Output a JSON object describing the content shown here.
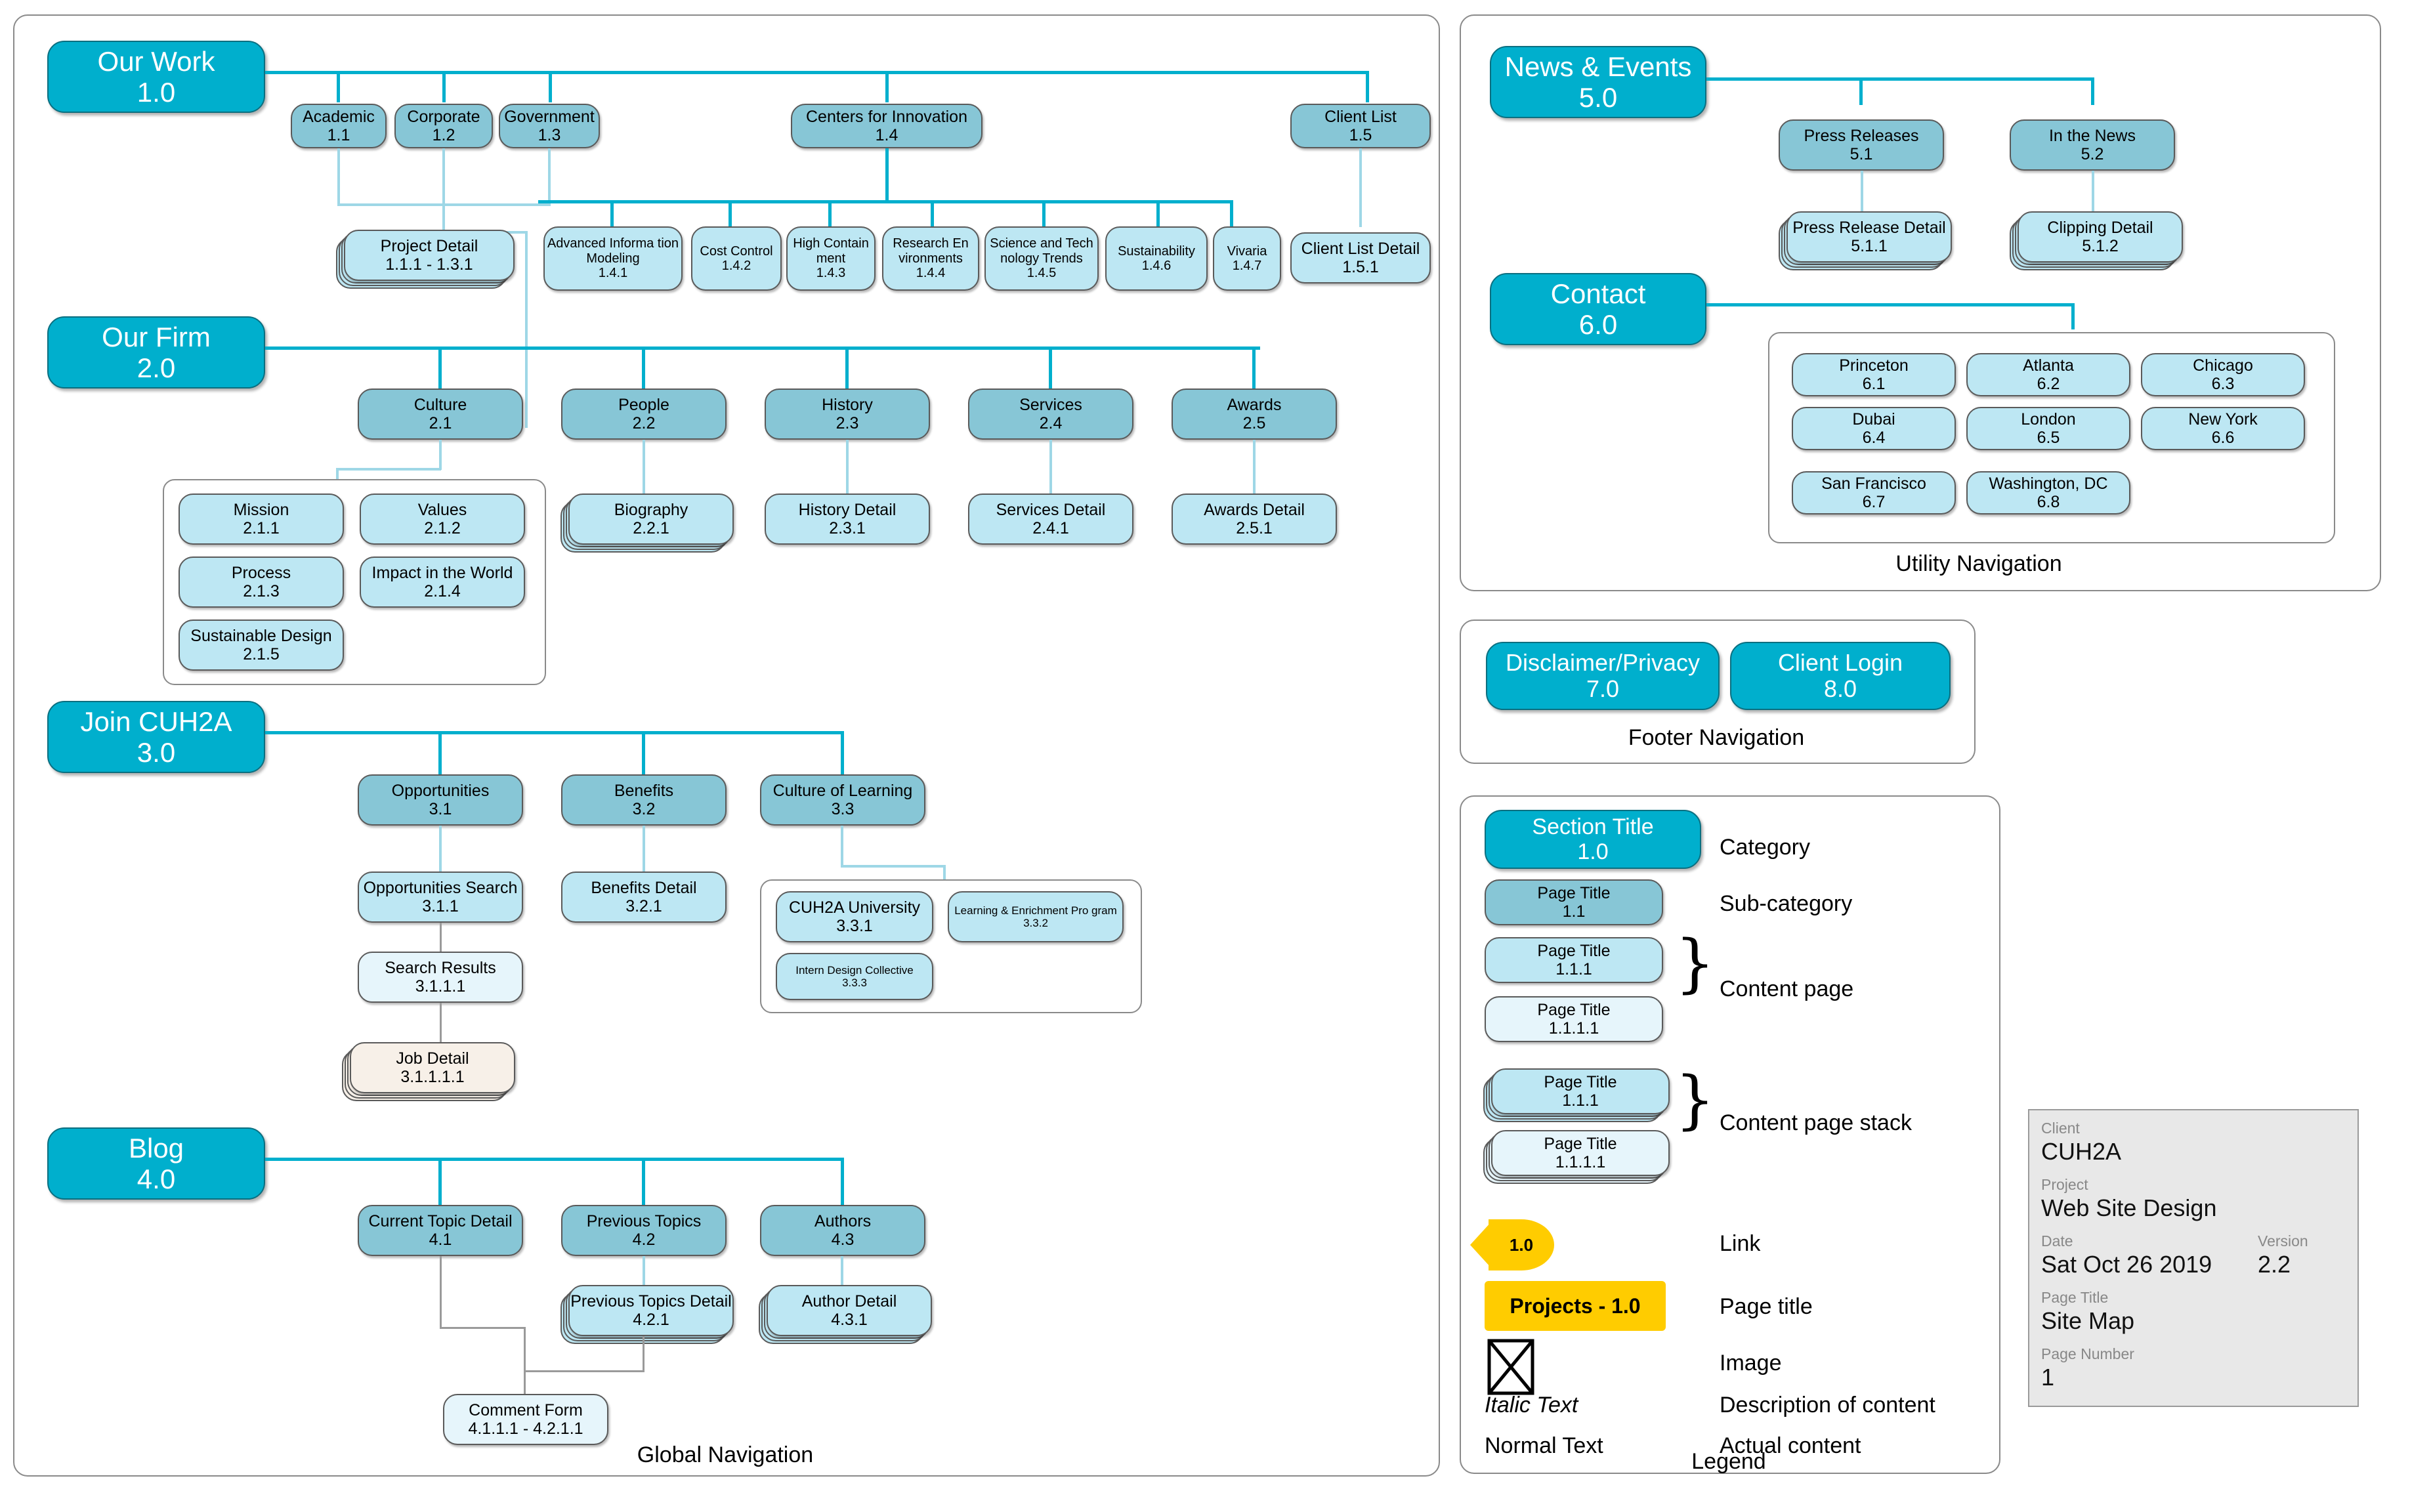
{
  "colors": {
    "category": "#00AFCD",
    "subcategory": "#87C6D6",
    "content_page": "#BDE7F3",
    "content_page_light": "#E6F5FB",
    "highlight": "#FFCC00",
    "connector": "#00AFCD",
    "connector_light": "#9ED7E6"
  },
  "panels": {
    "global": {
      "caption": "Global Navigation"
    },
    "utility": {
      "caption": "Utility Navigation"
    },
    "footer": {
      "caption": "Footer Navigation"
    },
    "legend": {
      "caption": "Legend"
    }
  },
  "sections": {
    "our_work": {
      "root": {
        "title": "Our Work",
        "number": "1.0"
      },
      "children": [
        {
          "title": "Academic",
          "number": "1.1"
        },
        {
          "title": "Corporate",
          "number": "1.2"
        },
        {
          "title": "Government",
          "number": "1.3"
        },
        {
          "title": "Centers for Innovation",
          "number": "1.4"
        },
        {
          "title": "Client List",
          "number": "1.5"
        }
      ],
      "project_detail": {
        "title": "Project Detail",
        "number": "1.1.1 - 1.3.1"
      },
      "innovation_children": [
        {
          "title": "Advanced Informa tion Modeling",
          "number": "1.4.1"
        },
        {
          "title": "Cost Control",
          "number": "1.4.2"
        },
        {
          "title": "High Contain ment",
          "number": "1.4.3"
        },
        {
          "title": "Research En vironments",
          "number": "1.4.4"
        },
        {
          "title": "Science and Tech nology Trends",
          "number": "1.4.5"
        },
        {
          "title": "Sustainability",
          "number": "1.4.6"
        },
        {
          "title": "Vivaria",
          "number": "1.4.7"
        }
      ],
      "client_list_detail": {
        "title": "Client List Detail",
        "number": "1.5.1"
      }
    },
    "our_firm": {
      "root": {
        "title": "Our Firm",
        "number": "2.0"
      },
      "children": [
        {
          "title": "Culture",
          "number": "2.1"
        },
        {
          "title": "People",
          "number": "2.2"
        },
        {
          "title": "History",
          "number": "2.3"
        },
        {
          "title": "Services",
          "number": "2.4"
        },
        {
          "title": "Awards",
          "number": "2.5"
        }
      ],
      "culture_children": [
        {
          "title": "Mission",
          "number": "2.1.1"
        },
        {
          "title": "Values",
          "number": "2.1.2"
        },
        {
          "title": "Process",
          "number": "2.1.3"
        },
        {
          "title": "Impact in the World",
          "number": "2.1.4"
        },
        {
          "title": "Sustainable Design",
          "number": "2.1.5"
        }
      ],
      "details": [
        {
          "title": "Biography",
          "number": "2.2.1"
        },
        {
          "title": "History Detail",
          "number": "2.3.1"
        },
        {
          "title": "Services Detail",
          "number": "2.4.1"
        },
        {
          "title": "Awards Detail",
          "number": "2.5.1"
        }
      ]
    },
    "join": {
      "root": {
        "title": "Join CUH2A",
        "number": "3.0"
      },
      "children": [
        {
          "title": "Opportunities",
          "number": "3.1"
        },
        {
          "title": "Benefits",
          "number": "3.2"
        },
        {
          "title": "Culture of Learning",
          "number": "3.3"
        }
      ],
      "opportunities_search": {
        "title": "Opportunities Search",
        "number": "3.1.1"
      },
      "search_results": {
        "title": "Search Results",
        "number": "3.1.1.1"
      },
      "job_detail": {
        "title": "Job Detail",
        "number": "3.1.1.1.1"
      },
      "benefits_detail": {
        "title": "Benefits Detail",
        "number": "3.2.1"
      },
      "learning_children": [
        {
          "title": "CUH2A University",
          "number": "3.3.1"
        },
        {
          "title": "Learning & Enrichment Pro gram",
          "number": "3.3.2"
        },
        {
          "title": "Intern Design Collective",
          "number": "3.3.3"
        }
      ]
    },
    "blog": {
      "root": {
        "title": "Blog",
        "number": "4.0"
      },
      "children": [
        {
          "title": "Current Topic Detail",
          "number": "4.1"
        },
        {
          "title": "Previous Topics",
          "number": "4.2"
        },
        {
          "title": "Authors",
          "number": "4.3"
        }
      ],
      "previous_topics_detail": {
        "title": "Previous Topics Detail",
        "number": "4.2.1"
      },
      "author_detail": {
        "title": "Author Detail",
        "number": "4.3.1"
      },
      "comment_form": {
        "title": "Comment Form",
        "number": "4.1.1.1 - 4.2.1.1"
      }
    },
    "news": {
      "root": {
        "title": "News & Events",
        "number": "5.0"
      },
      "children": [
        {
          "title": "Press Releases",
          "number": "5.1"
        },
        {
          "title": "In the News",
          "number": "5.2"
        }
      ],
      "details": [
        {
          "title": "Press Release Detail",
          "number": "5.1.1"
        },
        {
          "title": "Clipping Detail",
          "number": "5.1.2"
        }
      ]
    },
    "contact": {
      "root": {
        "title": "Contact",
        "number": "6.0"
      },
      "offices": [
        {
          "title": "Princeton",
          "number": "6.1"
        },
        {
          "title": "Atlanta",
          "number": "6.2"
        },
        {
          "title": "Chicago",
          "number": "6.3"
        },
        {
          "title": "Dubai",
          "number": "6.4"
        },
        {
          "title": "London",
          "number": "6.5"
        },
        {
          "title": "New York",
          "number": "6.6"
        },
        {
          "title": "San Francisco",
          "number": "6.7"
        },
        {
          "title": "Washington, DC",
          "number": "6.8"
        }
      ]
    },
    "footer_nav": {
      "items": [
        {
          "title": "Disclaimer/Privacy",
          "number": "7.0"
        },
        {
          "title": "Client Login",
          "number": "8.0"
        }
      ]
    }
  },
  "legend": {
    "items": [
      {
        "title": "Section Title",
        "number": "1.0",
        "label": "Category"
      },
      {
        "title": "Page Title",
        "number": "1.1",
        "label": "Sub-category"
      },
      {
        "title": "Page Title",
        "number": "1.1.1",
        "label": ""
      },
      {
        "title": "Page Title",
        "number": "1.1.1.1",
        "label": "Content page"
      },
      {
        "title": "Page Title",
        "number": "1.1.1",
        "label": ""
      },
      {
        "title": "Page Title",
        "number": "1.1.1.1",
        "label": "Content page stack"
      }
    ],
    "link": {
      "value": "1.0",
      "label": "Link"
    },
    "page_title": {
      "value": "Projects - 1.0",
      "label": "Page title"
    },
    "image": {
      "label": "Image"
    },
    "italic": {
      "sample": "Italic Text",
      "label": "Description of content"
    },
    "normal": {
      "sample": "Normal Text",
      "label": "Actual content"
    }
  },
  "title_block": {
    "client_label": "Client",
    "client": "CUH2A",
    "project_label": "Project",
    "project": "Web Site Design",
    "date_label": "Date",
    "date": "Sat Oct 26 2019",
    "version_label": "Version",
    "version": "2.2",
    "page_title_label": "Page Title",
    "page_title": "Site Map",
    "page_number_label": "Page Number",
    "page_number": "1"
  }
}
